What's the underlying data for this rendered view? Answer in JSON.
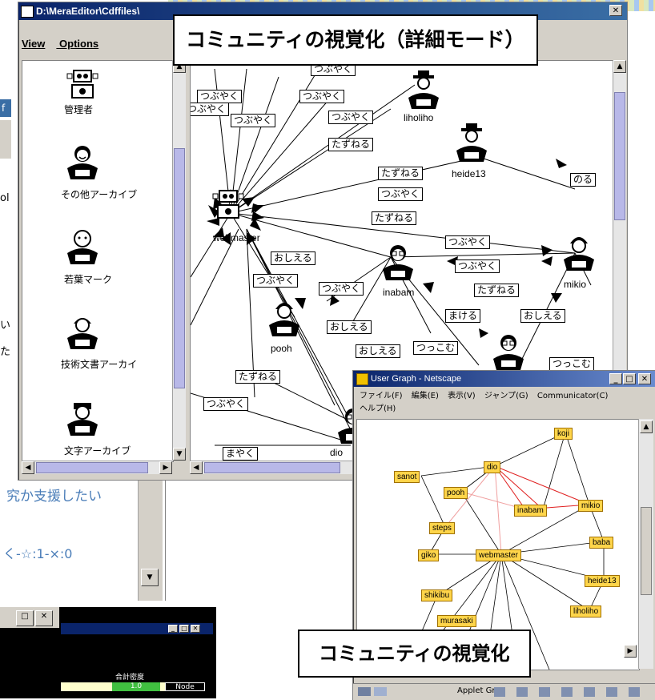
{
  "main_window": {
    "title": "D:\\MeraEditor\\Cdffiles\\",
    "menu": [
      "View",
      "Options"
    ]
  },
  "caption_top": "コミュニティの視覚化（詳細モード）",
  "caption_bottom": "コミュニティの視覚化",
  "archive_list": [
    {
      "label": "管理者",
      "icon": "robot"
    },
    {
      "label": "その他アーカイブ",
      "icon": "smile"
    },
    {
      "label": "若葉マーク",
      "icon": "bald"
    },
    {
      "label": "技術文書アーカイ",
      "icon": "helmet"
    },
    {
      "label": "文字アーカイブ",
      "icon": "cap"
    }
  ],
  "graph_people": [
    {
      "name": "webmaster",
      "icon": "robot"
    },
    {
      "name": "liholiho",
      "icon": "hat"
    },
    {
      "name": "heide13",
      "icon": "hat"
    },
    {
      "name": "inabam",
      "icon": "glasses"
    },
    {
      "name": "mikio",
      "icon": "helmet"
    },
    {
      "name": "pooh",
      "icon": "helmet"
    },
    {
      "name": "dio",
      "icon": "glasses"
    }
  ],
  "edge_labels": [
    "つぶやく",
    "つぶやく",
    "つぶやく",
    "つぶやく",
    "つぶやく",
    "つぶやく",
    "たずねる",
    "たずねる",
    "つぶやく",
    "たずねる",
    "のる",
    "つぶやく",
    "おしえる",
    "つぶやく",
    "つぶやく",
    "つぶやく",
    "たずねる",
    "まける",
    "おしえる",
    "おしえる",
    "おしえる",
    "つっこむ",
    "つっこむ",
    "たずねる",
    "つぶやく",
    "まやく"
  ],
  "netscape": {
    "title": "User Graph - Netscape",
    "menu": [
      "ファイル(F)",
      "編集(E)",
      "表示(V)",
      "ジャンプ(G)",
      "Communicator(C)",
      "ヘルプ(H)"
    ],
    "status": "Applet Gra",
    "nodes": [
      "koji",
      "dio",
      "sanot",
      "pooh",
      "inabam",
      "mikio",
      "steps",
      "baba",
      "giko",
      "webmaster",
      "heide13",
      "shikibu",
      "liholiho",
      "murasaki"
    ]
  },
  "bg_text": {
    "line1": "究か支援したい",
    "line2": "く-☆:1-×:0",
    "side_chars": [
      "f",
      "ol",
      "い",
      "た"
    ],
    "stats_header": "合計密度",
    "stats_value": "1.0",
    "stats_node": "Node"
  },
  "colors": {
    "title_bar": "#0a246a",
    "node_fill": "#ffd54a",
    "red_edge": "#e02020"
  }
}
